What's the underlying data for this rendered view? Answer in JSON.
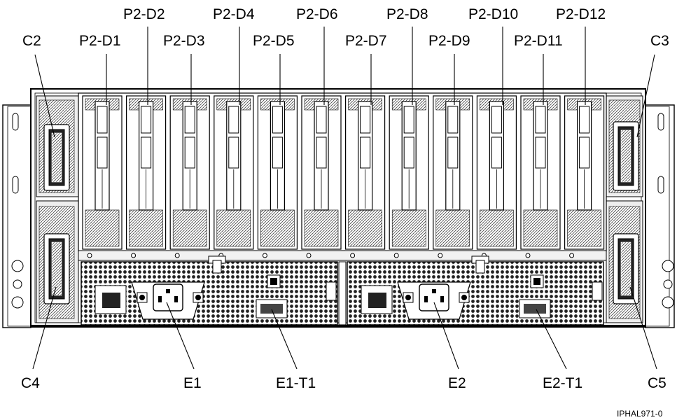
{
  "labels": {
    "top_row1": [
      "P2-D2",
      "P2-D4",
      "P2-D6",
      "P2-D8",
      "P2-D10",
      "P2-D12"
    ],
    "top_row2": [
      "P2-D1",
      "P2-D3",
      "P2-D5",
      "P2-D7",
      "P2-D9",
      "P2-D11"
    ],
    "c2": "C2",
    "c3": "C3",
    "c4": "C4",
    "c5": "C5",
    "e1": "E1",
    "e1_t1": "E1-T1",
    "e2": "E2",
    "e2_t1": "E2-T1"
  },
  "figure_id": "IPHAL971-0"
}
